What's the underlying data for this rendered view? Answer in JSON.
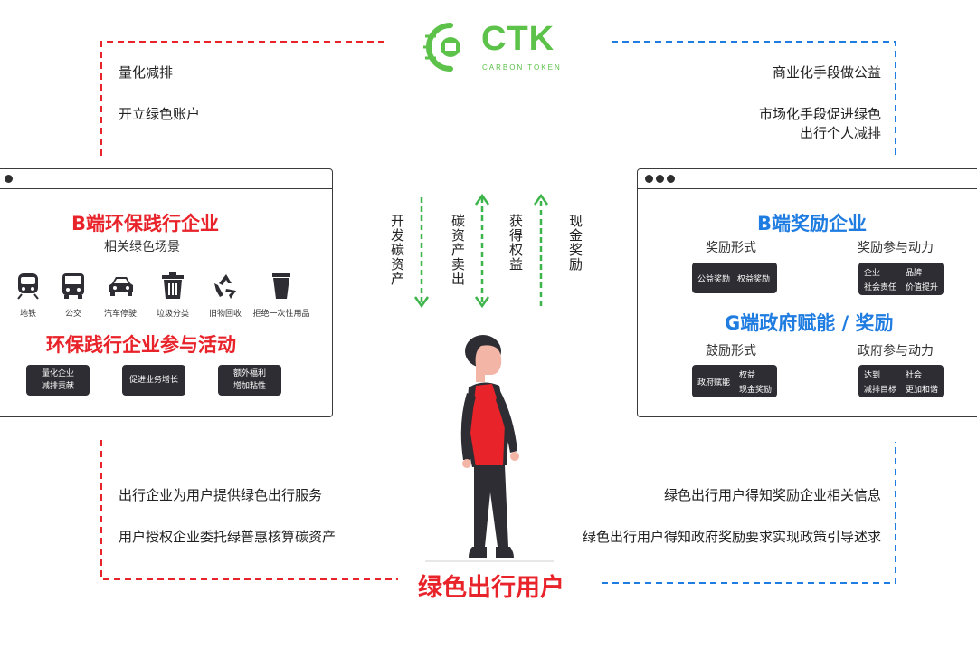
{
  "logo": {
    "name": "CTK",
    "subtitle": "CARBON TOKEN"
  },
  "left_notes_top": [
    "量化减排",
    "开立绿色账户"
  ],
  "right_notes_top": [
    "商业化手段做公益",
    "市场化手段促进绿色",
    "出行个人减排"
  ],
  "left_window": {
    "title": "B端环保践行企业",
    "subtitle": "相关绿色场景",
    "scenes": [
      {
        "label": "地铁",
        "icon": "subway-icon"
      },
      {
        "label": "公交",
        "icon": "bus-icon"
      },
      {
        "label": "汽车停驶",
        "icon": "car-icon"
      },
      {
        "label": "垃圾分类",
        "icon": "trash-icon"
      },
      {
        "label": "旧物回收",
        "icon": "recycle-icon"
      },
      {
        "label": "拒绝一次性用品",
        "icon": "cup-icon"
      }
    ],
    "activity_title": "环保践行企业参与活动",
    "activities": [
      [
        "量化企业",
        "减排贡献"
      ],
      [
        "促进业务增长"
      ],
      [
        "额外福利",
        "增加粘性"
      ]
    ]
  },
  "center_arrows": [
    {
      "label": "开发碳资产",
      "direction": "down"
    },
    {
      "label": "碳资产卖出",
      "direction": "down"
    },
    {
      "label": "获得权益",
      "direction": "up"
    },
    {
      "label": "现金奖励",
      "direction": "up"
    }
  ],
  "right_window": {
    "b_title": "B端奖励企业",
    "reward_form_label": "奖励形式",
    "reward_motive_label": "奖励参与动力",
    "reward_form_items": [
      "公益奖励",
      "权益奖励"
    ],
    "reward_motive_items": [
      "企业",
      "品牌",
      "社会责任",
      "价值提升"
    ],
    "g_title": "G端政府赋能 / 奖励",
    "encourage_form_label": "鼓励形式",
    "gov_motive_label": "政府参与动力",
    "encourage_items": [
      "政府赋能",
      "权益",
      "现金奖励"
    ],
    "gov_motive_items": [
      "达到",
      "社会",
      "减排目标",
      "更加和谐"
    ]
  },
  "left_notes_bottom": [
    "出行企业为用户提供绿色出行服务",
    "用户授权企业委托绿普惠核算碳资产"
  ],
  "right_notes_bottom": [
    "绿色出行用户得知奖励企业相关信息",
    "绿色出行用户得知政府奖励要求实现政策引导述求"
  ],
  "bottom_title": "绿色出行用户",
  "colors": {
    "red": "#e8232a",
    "blue": "#1f7ce0",
    "green": "#3db54a",
    "logo_green": "#5cc24a",
    "dark": "#2d2d33"
  }
}
